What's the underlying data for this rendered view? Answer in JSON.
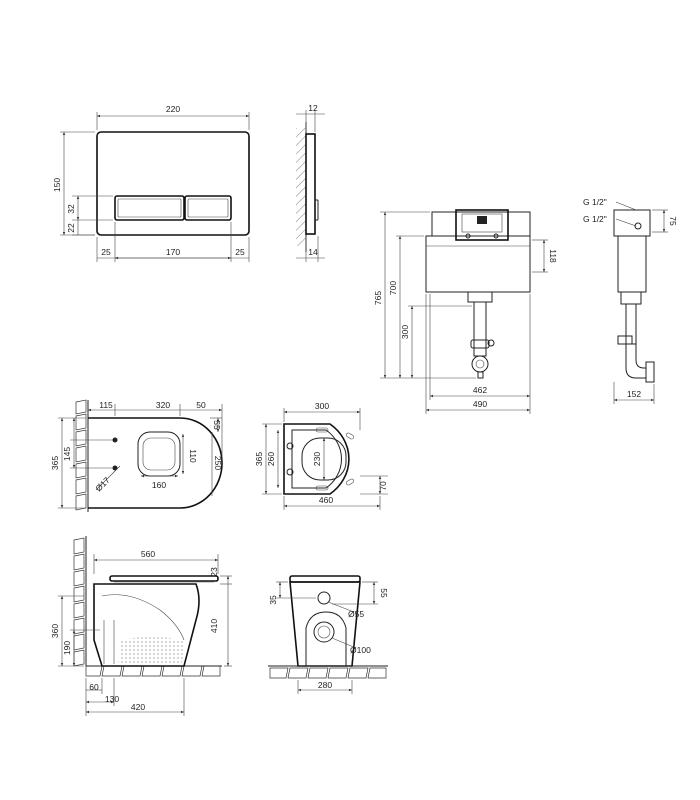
{
  "labels": {
    "plate_width": "220",
    "plate_height": "150",
    "plate_button_h": "32",
    "plate_gap": "22",
    "plate_left_margin": "25",
    "plate_buttons_w": "170",
    "plate_right_margin": "25",
    "plate_thickness": "12",
    "plate_depth": "14",
    "tank_total_h": "765",
    "tank_h": "700",
    "tank_pipe_h": "300",
    "tank_panel_h": "118",
    "tank_inner_w": "462",
    "tank_outer_w": "490",
    "side_g_top": "G 1/2\"",
    "side_g_bottom": "G 1/2\"",
    "side_top_h": "75",
    "side_depth": "152",
    "bowl_top_offset": "115",
    "bowl_mid_w": "320",
    "bowl_tip_w": "50",
    "bowl_overall_h": "365",
    "bowl_hole_h": "145",
    "bowl_hole_dia": "Ø17",
    "bowl_inner_w": "160",
    "bowl_inner_h": "110",
    "bowl_side_55": "55",
    "bowl_side_250": "250",
    "seat_w": "300",
    "seat_h": "365",
    "seat_h2": "260",
    "seat_inner_h": "230",
    "seat_depth": "70",
    "seat_total_w": "460",
    "side_len": "560",
    "side_top": "23",
    "side_height": "410",
    "side_h360": "360",
    "side_h190": "190",
    "side_b60": "60",
    "side_b130": "130",
    "side_b420": "420",
    "rear_h35": "35",
    "rear_h55": "55",
    "rear_d55": "Ø55",
    "rear_d100": "Ø100",
    "rear_w280": "280"
  }
}
